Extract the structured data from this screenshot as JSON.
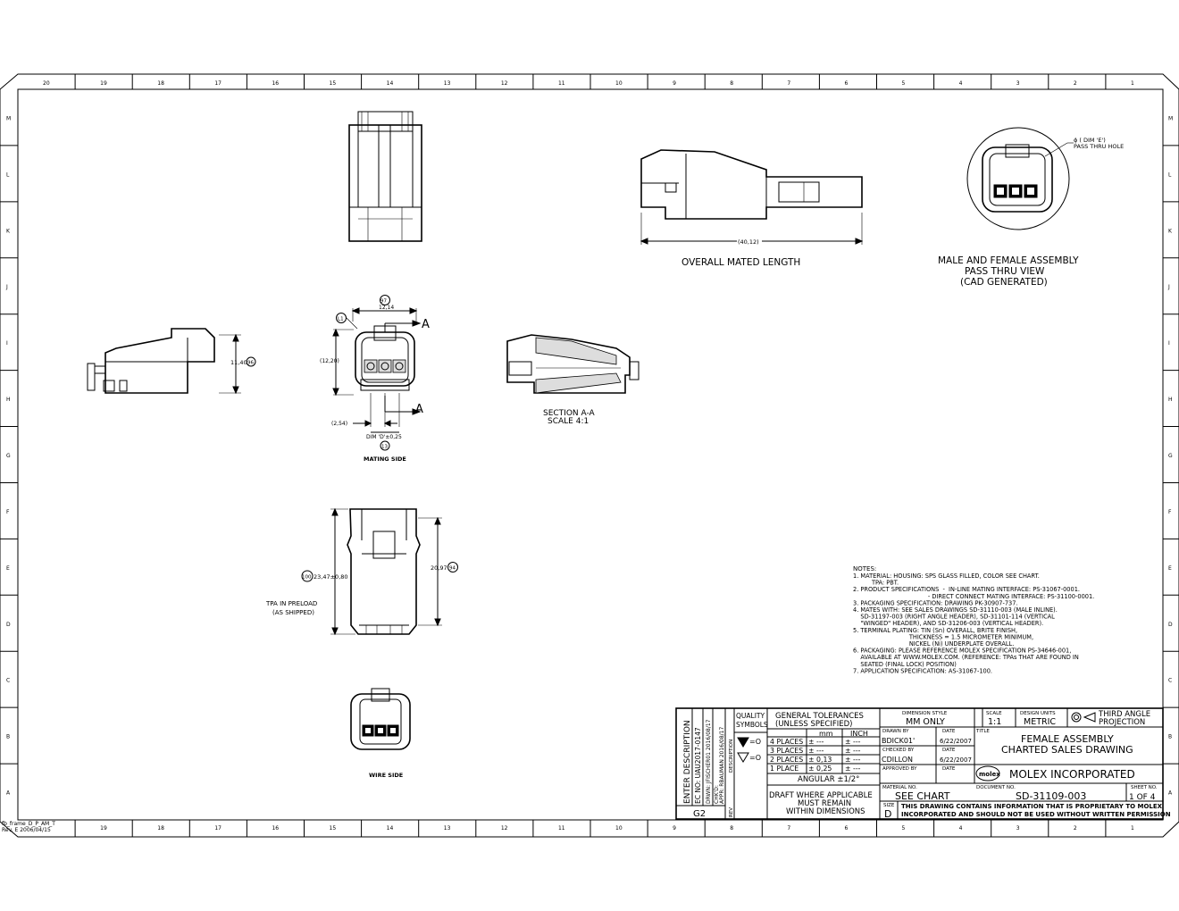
{
  "frame": {
    "top_cols": [
      "20",
      "19",
      "18",
      "17",
      "16",
      "15",
      "14",
      "13",
      "12",
      "11",
      "10",
      "9",
      "8",
      "7",
      "6",
      "5",
      "4",
      "3",
      "2",
      "1"
    ],
    "bottom_cols": [
      "19",
      "18",
      "17",
      "16",
      "15",
      "14",
      "13",
      "12",
      "11",
      "10",
      "9",
      "8",
      "7",
      "6",
      "5",
      "4",
      "3",
      "2",
      "1"
    ],
    "rows": [
      "M",
      "L",
      "K",
      "J",
      "I",
      "H",
      "G",
      "F",
      "E",
      "D",
      "C",
      "B",
      "A"
    ],
    "frame_id": [
      "fb_frame_D_P_AM_T",
      "Rev. E 2006/04/15"
    ]
  },
  "views": {
    "mated_length": "(40,12)",
    "mated_caption": "OVERALL MATED LENGTH",
    "pass_thru_caption": [
      "MALE AND FEMALE ASSEMBLY",
      "PASS THRU VIEW",
      "(CAD GENERATED)"
    ],
    "pass_thru_hole": [
      "ϕ ( DIM 'E')",
      "PASS THRU HOLE"
    ],
    "side_height": "11,40",
    "side_height_tag": "96",
    "mating_width": "12,14",
    "mating_width_tag": "97",
    "mating_l1": "L1",
    "mating_height": "(12,20)",
    "mating_pitch": "(2,54)",
    "mating_dim_d": "DIM 'D'±0,25",
    "mating_dim_d_tag": "13",
    "mating_caption": "MATING SIDE",
    "section_arrow_a": "A",
    "section_caption": [
      "SECTION A-A",
      "SCALE 4:1"
    ],
    "top_length": "23,47±0,80",
    "top_length_tag": "100",
    "top_length2": "20,97",
    "top_length2_tag": "94",
    "tpa_caption": [
      "TPA IN PRELOAD",
      "(AS SHIPPED)"
    ],
    "wire_caption": "WIRE SIDE"
  },
  "notes": {
    "heading": "NOTES:",
    "lines": [
      "1. MATERIAL: HOUSING: SPS GLASS FILLED, COLOR SEE CHART.",
      "          TPA: PBT.",
      "2. PRODUCT SPECIFICATIONS  -  IN-LINE MATING INTERFACE: PS-31067-0001.",
      "                                        - DIRECT CONNECT MATING INTERFACE: PS-31100-0001.",
      "3. PACKAGING SPECIFICATION: DRAWING PK-30907-737.",
      "4. MATES WITH: SEE SALES DRAWINGS SD-31110-003 (MALE INLINE).",
      "    SD-31197-003 (RIGHT ANGLE HEADER), SD-31101-114 (VERTICAL",
      "    \"WINGED\" HEADER), AND SD-31206-003 (VERTICAL HEADER).",
      "5. TERMINAL PLATING: TIN (Sn) OVERALL, BRITE FINISH,",
      "                              THICKNESS = 1.5 MICROMETER MINIMUM,",
      "                              NICKEL (Ni) UNDERPLATE OVERALL.",
      "6. PACKAGING: PLEASE REFERENCE MOLEX SPECIFICATION PS-34646-001,",
      "    AVAILABLE AT WWW.MOLEX.COM. (REFERENCE: TPAs THAT ARE FOUND IN",
      "    SEATED (FINAL LOCK) POSITION)",
      "7. APPLICATION SPECIFICATION: AS-31067-100."
    ]
  },
  "title_block": {
    "rev_lines": [
      "ENTER DESCRIPTION",
      "EC NO: UAU2017-0147",
      "DRWN: JFISCHER01   2016/08/17",
      "CHK'D:",
      "APPR: RBAUMAN    2016/08/17"
    ],
    "rev_letter": "G2",
    "rev_label": "REV",
    "description_label": "DESCRIPTION",
    "quality_symbols": [
      "QUALITY",
      "SYMBOLS"
    ],
    "sym_eq": "=O",
    "gen_tol_title": [
      "GENERAL TOLERANCES",
      "(UNLESS SPECIFIED)"
    ],
    "col_mm": "mm",
    "col_inch": "INCH",
    "tol_rows": [
      {
        "places": "4 PLACES",
        "mm": "± ---",
        "inch": "± ---"
      },
      {
        "places": "3 PLACES",
        "mm": "± ---",
        "inch": "± ---"
      },
      {
        "places": "2 PLACES",
        "mm": "± 0,13",
        "inch": "± ---"
      },
      {
        "places": "1 PLACE",
        "mm": "± 0,25",
        "inch": "± ---"
      }
    ],
    "angular": "ANGULAR ±1/2°",
    "draft_note": [
      "DRAFT WHERE APPLICABLE",
      "MUST REMAIN",
      "WITHIN DIMENSIONS"
    ],
    "dim_style_label": "DIMENSION STYLE",
    "dim_style": "MM ONLY",
    "drawn_by_label": "DRAWN BY",
    "drawn_by": "BDICK01'",
    "date_label": "DATE",
    "drawn_date": "6/22/2007",
    "checked_by_label": "CHECKED BY",
    "checked_by": "CDILLON",
    "checked_date": "6/22/2007",
    "approved_by_label": "APPROVED BY",
    "scale_label": "SCALE",
    "scale": "1:1",
    "units_label": "DESIGN UNITS",
    "units": "METRIC",
    "projection": [
      "THIRD ANGLE",
      "PROJECTION"
    ],
    "title_label": "TITLE",
    "title": [
      "FEMALE ASSEMBLY",
      "CHARTED SALES DRAWING"
    ],
    "molex_logo": "molex",
    "company": "MOLEX INCORPORATED",
    "material_label": "MATERIAL NO.",
    "material": "SEE CHART",
    "doc_label": "DOCUMENT NO.",
    "doc_no": "SD-31109-003",
    "sheet_label": "SHEET NO.",
    "sheet": "1 OF 4",
    "size_label": "SIZE",
    "size": "D",
    "proprietary": [
      "THIS DRAWING CONTAINS INFORMATION THAT IS PROPRIETARY TO MOLEX",
      "INCORPORATED AND SHOULD NOT BE USED WITHOUT WRITTEN PERMISSION"
    ]
  }
}
